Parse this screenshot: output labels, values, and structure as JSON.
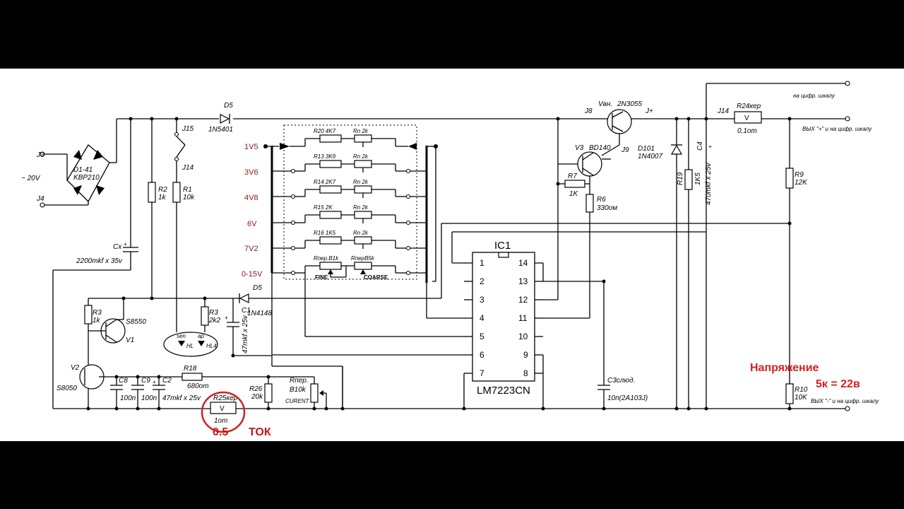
{
  "labels": {
    "j3": "J3",
    "j4": "J4",
    "ac_in": "~ 20V",
    "bridge_1": "D1-41",
    "bridge_2": "KBP210",
    "cx": "Cx",
    "cx_val": "2200mkf x 35v",
    "r2": "R2",
    "r2_val": "1k",
    "r1": "R1",
    "r1_val": "10k",
    "j15": "J15",
    "j14a": "J14",
    "d5a": "D5",
    "d5a_val": "1N5401",
    "d5b": "D5",
    "d5b_val": "1N4148",
    "r3a": "R3",
    "r3a_val": "1k",
    "s8550": "S8550",
    "v1": "V1",
    "v2": "V2",
    "s8050": "S8050",
    "r3b": "R3",
    "r3b_val": "2k2",
    "c1": "C1",
    "c1_val": "47mkf x 25v",
    "hl_op": "sen",
    "hl_ap": "ap",
    "hl4": "HL4",
    "hl3": "HL",
    "c8": "C8",
    "c8_val": "100n",
    "c9": "C9",
    "c9_val": "100n",
    "c2": "C2",
    "c2_val": "47mkf x 25v",
    "r18": "R18",
    "r18_val": "680om",
    "r26": "R26",
    "r26_val": "20k",
    "rper_b10k_1": "Rпер.",
    "rper_b10k_2": "B10k",
    "current": "CURENT",
    "r25": "R25кер",
    "r25_v": "V",
    "r25_val": "1om",
    "tok_05": "0.5",
    "tok": "ТОК",
    "v_1v5": "1V5",
    "v_3v6": "3V6",
    "v_4v8": "4V8",
    "v_6v": "6V",
    "v_7v2": "7V2",
    "v_015": "0-15V",
    "r20": "R20 4K7",
    "r13": "R13 3K9",
    "r14": "R14 2K7",
    "r15": "R15 2K",
    "r16": "R16 1K5",
    "rn": "Rn  2k",
    "rper_b1k": "Rпер.B1k",
    "rper_b5k": "RперB5k",
    "fine": "FINE",
    "coarse": "COARSE",
    "ic1": "IC1",
    "lm": "LM7223CN",
    "vbh": "Vвн.",
    "q2n3055": "2N3055",
    "j8": "J8",
    "jplus": "J+",
    "v3": "V3",
    "bd140": "BD140",
    "j9": "J9",
    "r7": "R7",
    "r7_val": "1K",
    "r6": "R6",
    "r6_val": "330ом",
    "d101": "D101",
    "d101_val": "1N4007",
    "r19": "R19",
    "r19_val": "1K5",
    "c4": "C4",
    "c4_val": "470mkf x 25v",
    "j14b": "J14",
    "r24": "R24кер",
    "r24_v": "V",
    "r24_val": "0,1om",
    "to_scale_top": "на цифр. шкалу",
    "out_plus": "ВЫХ \"+\" и на цифр. шкалу",
    "r9": "R9",
    "r9_val": "12K",
    "r10": "R10",
    "r10_val": "10K",
    "out_minus": "ВЫХ \"-\" и на цифр. шкалу",
    "c3": "C3слюд.",
    "c3_val": "10п(2А103J)",
    "nap": "Напряжение",
    "nap2": "5к = 22в",
    "pins_left": [
      "1",
      "2",
      "3",
      "4",
      "5",
      "6",
      "7"
    ],
    "pins_right": [
      "14",
      "13",
      "12",
      "11",
      "10",
      "9",
      "8"
    ]
  },
  "colors": {
    "sheet": "#ffffff",
    "frame": "#000000",
    "red": "#d62020",
    "voltage_labels": "#8b1a1a"
  }
}
